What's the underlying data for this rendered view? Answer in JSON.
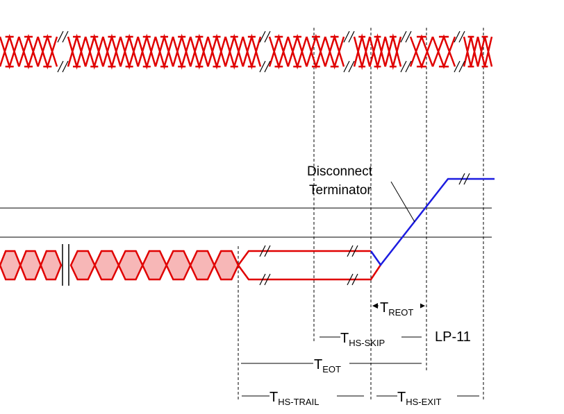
{
  "colors": {
    "clock": "#e00000",
    "data_fill": "#f7b7b7",
    "lp_transition": "#1c1ce0",
    "guides": "#000000"
  },
  "labels": {
    "disconnect_line1": "Disconnect",
    "disconnect_line2": "Terminator",
    "reot_main": "T",
    "reot_sub": "REOT",
    "hs_skip_main": "T",
    "hs_skip_sub": "HS-SKIP",
    "lp11": "LP-11",
    "eot_main": "T",
    "eot_sub": "EOT",
    "hs_trail_main": "T",
    "hs_trail_sub": "HS-TRAIL",
    "hs_exit_main": "T",
    "hs_exit_sub": "HS-EXIT"
  }
}
